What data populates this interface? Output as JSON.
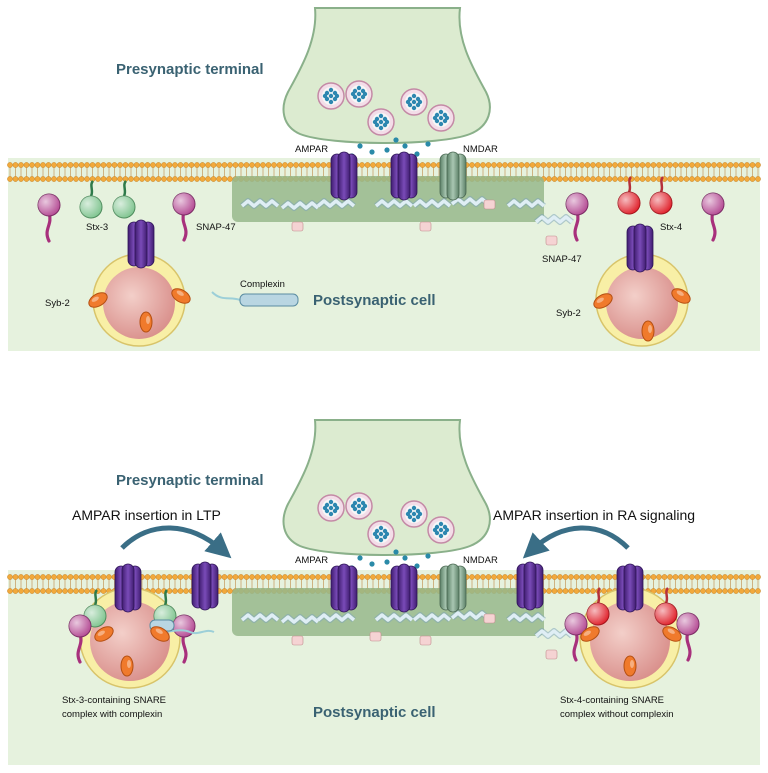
{
  "top_panel": {
    "presynaptic_label": "Presynaptic terminal",
    "postsynaptic_label": "Postsynaptic cell",
    "ampar_label": "AMPAR",
    "nmdar_label": "NMDAR",
    "stx3_label": "Stx-3",
    "stx4_label": "Stx-4",
    "snap47_left_label": "SNAP-47",
    "snap47_right_label": "SNAP-47",
    "syb2_left_label": "Syb-2",
    "syb2_right_label": "Syb-2",
    "complexin_label": "Complexin"
  },
  "bottom_panel": {
    "presynaptic_label": "Presynaptic terminal",
    "postsynaptic_label": "Postsynaptic cell",
    "ampar_label": "AMPAR",
    "nmdar_label": "NMDAR",
    "ltp_label": "AMPAR insertion in LTP",
    "ra_label": "AMPAR insertion in RA signaling",
    "left_caption_line1": "Stx-3-containing SNARE",
    "left_caption_line2": "complex with complexin",
    "right_caption_line1": "Stx-4-containing SNARE",
    "right_caption_line2": "complex without complexin"
  },
  "colors": {
    "cell_bg": "#e6f2de",
    "terminal": "#dcebd0",
    "membrane_lipid": "#f2a93b",
    "psd": "#96b98c",
    "ampar": "#5b2f91",
    "nmdar": "#7a9e85",
    "stx3": "#7fc48f",
    "stx4": "#e0202a",
    "snap47": "#b44a93",
    "syb2": "#f07a2c",
    "vesicle_ring": "#f8efa6",
    "vesicle_core": "#e7a7a3",
    "arrow": "#3a6e86"
  }
}
